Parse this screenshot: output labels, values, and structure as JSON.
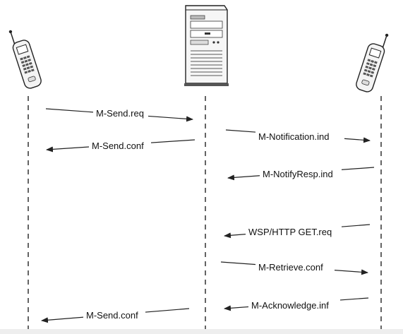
{
  "participants": [
    {
      "id": "sender",
      "icon": "mobile-phone-icon"
    },
    {
      "id": "server",
      "icon": "server-tower-icon"
    },
    {
      "id": "recipient",
      "icon": "mobile-phone-icon"
    }
  ],
  "messages": [
    {
      "label": "M-Send.req",
      "from": "sender",
      "to": "server"
    },
    {
      "label": "M-Send.conf",
      "from": "server",
      "to": "sender"
    },
    {
      "label": "M-Notification.ind",
      "from": "server",
      "to": "recipient"
    },
    {
      "label": "M-NotifyResp.ind",
      "from": "recipient",
      "to": "server"
    },
    {
      "label": "WSP/HTTP GET.req",
      "from": "recipient",
      "to": "server"
    },
    {
      "label": "M-Retrieve.conf",
      "from": "server",
      "to": "recipient"
    },
    {
      "label": "M-Acknowledge.inf",
      "from": "recipient",
      "to": "server"
    },
    {
      "label": "M-Send.conf",
      "from": "server",
      "to": "sender"
    }
  ]
}
